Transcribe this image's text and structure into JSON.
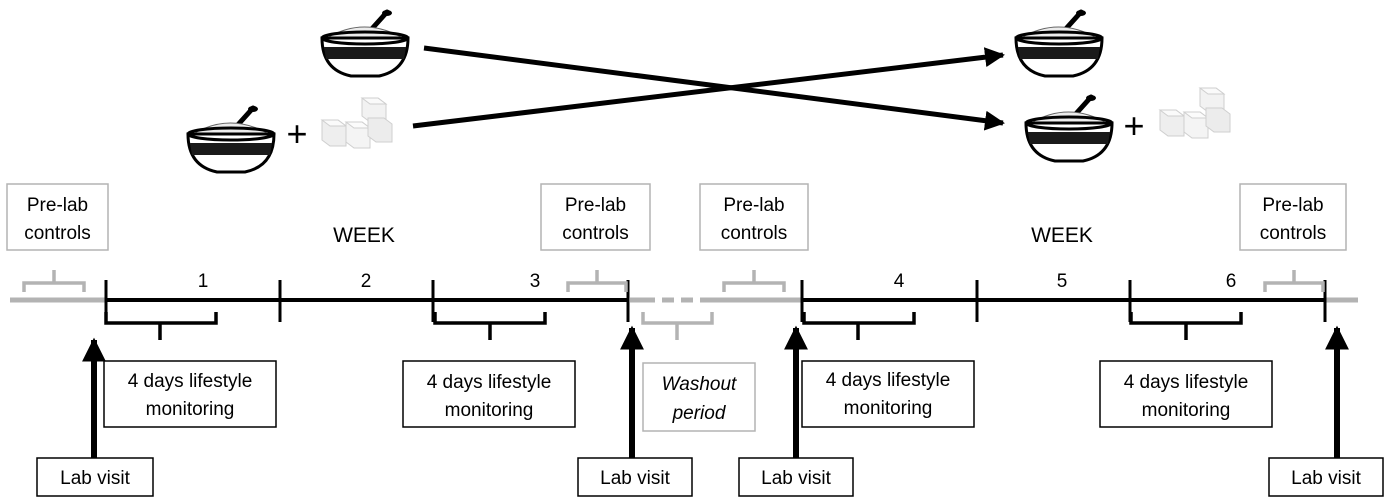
{
  "week_heading_1": "WEEK",
  "week_heading_2": "WEEK",
  "week_numbers": [
    "1",
    "2",
    "3",
    "4",
    "5",
    "6"
  ],
  "pre_lab": {
    "line1": "Pre-lab",
    "line2": "controls"
  },
  "monitoring": {
    "line1": "4 days lifestyle",
    "line2": "monitoring"
  },
  "washout": {
    "line1": "Washout",
    "line2": "period"
  },
  "lab_visit": "Lab visit",
  "plus": "+",
  "icons": [
    "bowl-icon",
    "sugar-cubes-icon",
    "arrow-icon"
  ],
  "colors": {
    "main": "#000000",
    "muted": "#b3b3b3",
    "washout_text": "#aaaaaa"
  }
}
